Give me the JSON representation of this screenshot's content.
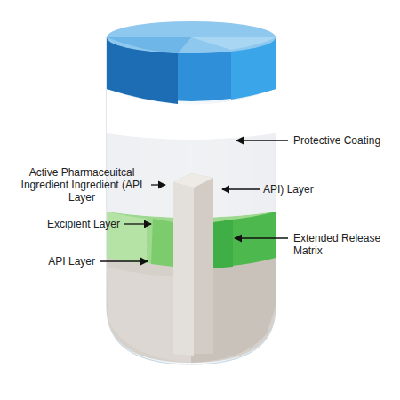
{
  "diagram": {
    "labels": [
      "Protective Coating",
      "Active Pharmaceuitcal Ingredient Ingredient (API Layer",
      "API) Layer",
      "Excipient Layer",
      "Extended Release Matrix",
      "API Layer"
    ]
  }
}
